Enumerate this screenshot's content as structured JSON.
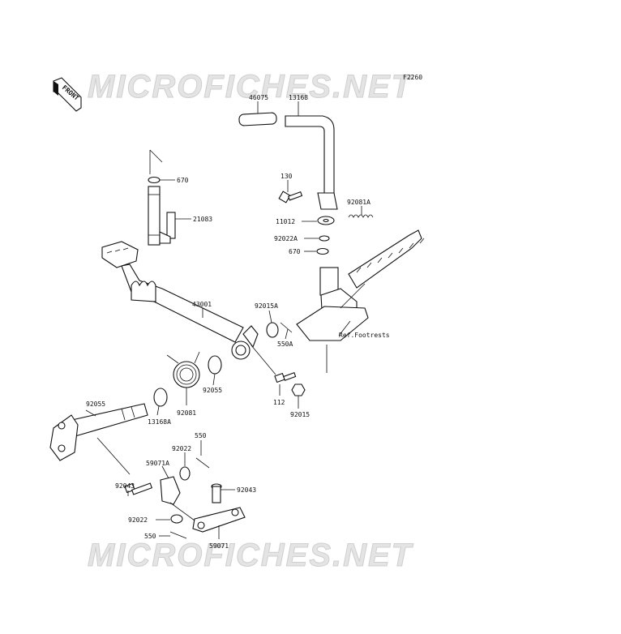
{
  "watermark": "MICROFICHES.NET",
  "figure_code": "F2260",
  "front_label": "FRONT",
  "ref_note": "Ref.Footrests",
  "callouts": [
    {
      "id": "c670a",
      "text": "670"
    },
    {
      "id": "c21083",
      "text": "21083"
    },
    {
      "id": "c46075",
      "text": "46075"
    },
    {
      "id": "c13168",
      "text": "13168"
    },
    {
      "id": "c130",
      "text": "130"
    },
    {
      "id": "c92081a",
      "text": "92081A"
    },
    {
      "id": "c11012",
      "text": "11012"
    },
    {
      "id": "c92022a",
      "text": "92022A"
    },
    {
      "id": "c670b",
      "text": "670"
    },
    {
      "id": "c43001",
      "text": "43001"
    },
    {
      "id": "c92015a",
      "text": "92015A"
    },
    {
      "id": "c550a",
      "text": "550A"
    },
    {
      "id": "c92055a",
      "text": "92055"
    },
    {
      "id": "c92081",
      "text": "92081"
    },
    {
      "id": "c112",
      "text": "112"
    },
    {
      "id": "c92015",
      "text": "92015"
    },
    {
      "id": "c13168a",
      "text": "13168A"
    },
    {
      "id": "c92055b",
      "text": "92055"
    },
    {
      "id": "c550",
      "text": "550"
    },
    {
      "id": "c92022a2",
      "text": "92022"
    },
    {
      "id": "c59071a",
      "text": "59071A"
    },
    {
      "id": "c92043a",
      "text": "92043"
    },
    {
      "id": "c92043b",
      "text": "92043"
    },
    {
      "id": "c92022b",
      "text": "92022"
    },
    {
      "id": "c550b",
      "text": "550"
    },
    {
      "id": "c59071",
      "text": "59071"
    }
  ]
}
